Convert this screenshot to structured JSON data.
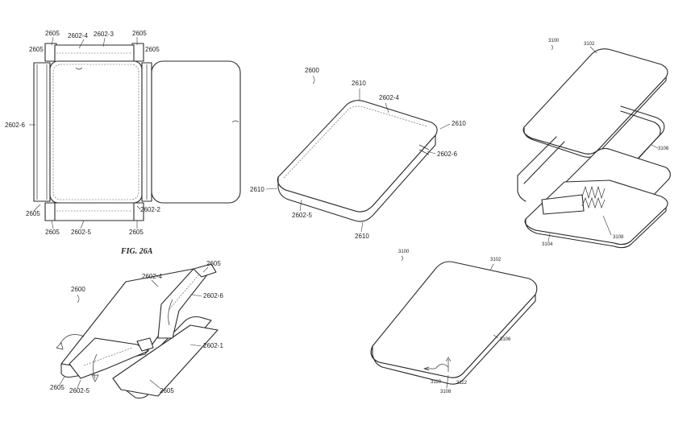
{
  "figure_caption": "FIG. 26A",
  "labels": {
    "l2605": "2605",
    "l2602_1": "2602-1",
    "l2602_2": "2602-2",
    "l2602_3": "2602-3",
    "l2602_4": "2602-4",
    "l2602_5": "2602-5",
    "l2602_6": "2602-6",
    "l2600": "2600",
    "l2610": "2610",
    "l3100": "3100",
    "l3102": "3102",
    "l3104": "3104",
    "l3106": "3106",
    "l3108": "3108",
    "l3110": "3110",
    "l3112": "3112"
  }
}
